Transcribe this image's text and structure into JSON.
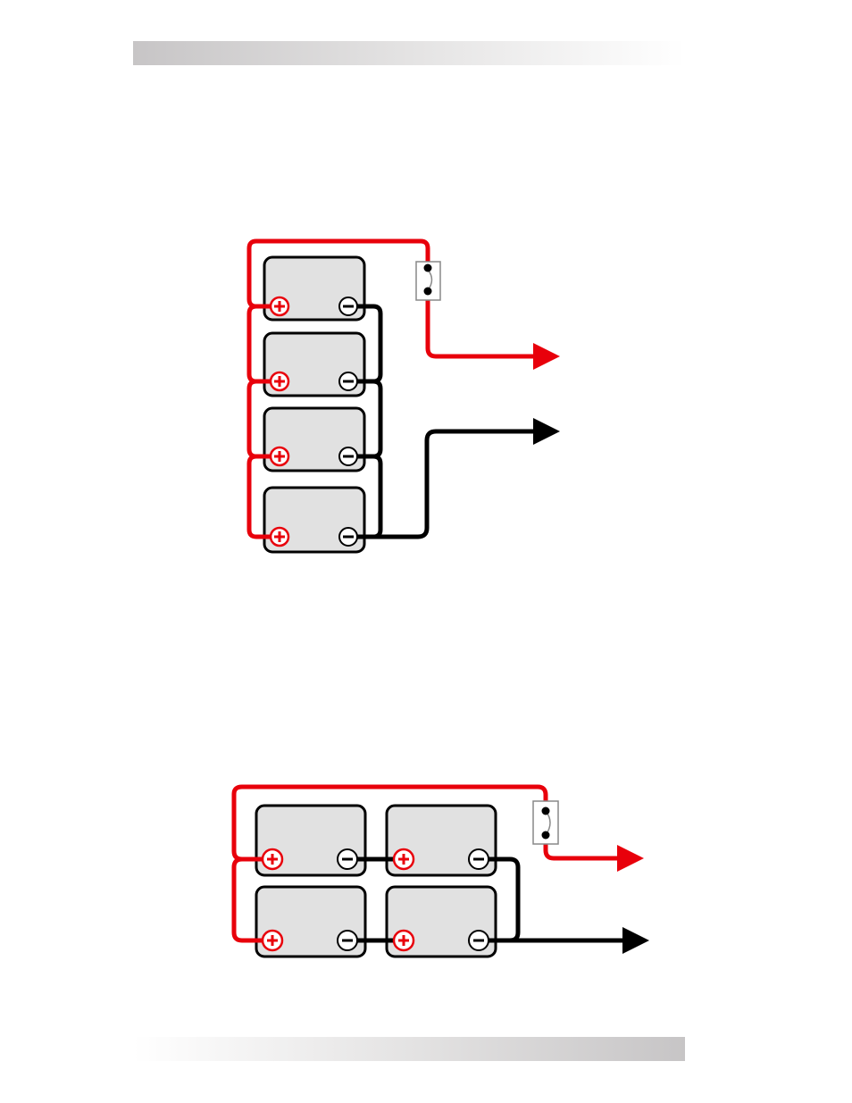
{
  "header_bar": {
    "kind": "gradient-band"
  },
  "footer_bar": {
    "kind": "gradient-band"
  },
  "diagrams": [
    {
      "id": "series-parallel-column",
      "battery_count": 4,
      "terminals": {
        "positive_symbol": "+",
        "negative_symbol": "−"
      },
      "fuse": true,
      "outputs": [
        "positive-red-arrow",
        "negative-black-arrow"
      ]
    },
    {
      "id": "two-by-two-bank",
      "battery_count": 4,
      "terminals": {
        "positive_symbol": "+",
        "negative_symbol": "−"
      },
      "fuse": true,
      "outputs": [
        "positive-red-arrow",
        "negative-black-arrow"
      ]
    }
  ],
  "colors": {
    "positive_wire": "#e8000b",
    "negative_wire": "#000000",
    "battery_fill": "#e1e1e1",
    "battery_stroke": "#000000",
    "bar_dark": "#c7c5c6"
  },
  "icons": {
    "battery": "battery-icon",
    "positive_terminal": "plus-terminal-icon",
    "negative_terminal": "minus-terminal-icon",
    "fuse": "fuse-icon",
    "arrow": "arrow-icon"
  }
}
